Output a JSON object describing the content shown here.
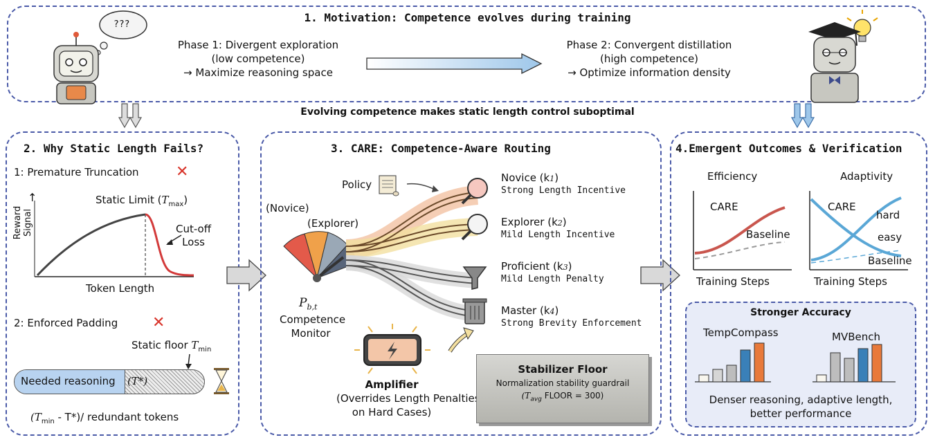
{
  "motivation": {
    "title": "1. Motivation: Competence evolves during training",
    "phase1": {
      "line1": "Phase 1: Divergent exploration",
      "line2": "(low competence)",
      "line3": "→ Maximize reasoning space"
    },
    "phase2": {
      "line1": "Phase 2: Convergent distillation",
      "line2": "(high competence)",
      "line3": "→ Optimize information density"
    },
    "bridge": "Evolving competence makes static length control suboptimal",
    "thought_glyph": "???"
  },
  "static": {
    "title": "2. Why Static Length Fails?",
    "case1": "1: Premature Truncation",
    "limit_label": "Static Limit (",
    "limit_symbol": "T",
    "limit_sub": "max",
    "limit_close": ")",
    "reward_label": "Reward",
    "signal_label": "Signal",
    "cutoff_line1": "Cut-off",
    "cutoff_line2": "Loss",
    "token_length": "Token Length",
    "case2": "2: Enforced Padding",
    "floor_label": "Static floor ",
    "floor_symbol": "T",
    "floor_sub": "min",
    "needed": "Needed reasoning",
    "tstar": "(T*)",
    "formula_a": "(T",
    "formula_sub": "min",
    "formula_b": " - T*)/ redundant tokens",
    "cross": "✕",
    "arrow_up": "↑"
  },
  "care": {
    "title": "3. CARE: Competence-Aware Routing",
    "policy": "Policy",
    "novice_tag": "(Novice)",
    "explorer_tag": "(Explorer)",
    "p_symbol": "P",
    "p_sub": "b,t",
    "monitor_line1": "Competence",
    "monitor_line2": "Monitor",
    "routes": [
      {
        "name": "Novice (k",
        "sub": "1",
        "desc": "Strong Length Incentive"
      },
      {
        "name": "Explorer (k",
        "sub": "2",
        "desc": "Mild Length Incentive"
      },
      {
        "name": "Proficient (k",
        "sub": "3",
        "desc": "Mild Length Penalty"
      },
      {
        "name": "Master (k",
        "sub": "4",
        "desc": "Strong Brevity Enforcement"
      }
    ],
    "amplifier": {
      "title": "Amplifier",
      "line1": "(Overrides Length Penalties",
      "line2": "on Hard Cases)"
    },
    "stabilizer": {
      "title": "Stabilizer Floor",
      "line1": "Normalization stability guardrail",
      "line2a": "(T",
      "line2sub": "avg",
      "line2b": " FLOOR = 300)"
    }
  },
  "outcomes": {
    "title": "4.Emergent Outcomes & Verification",
    "efficiency": {
      "title": "Efficiency",
      "care": "CARE",
      "baseline": "Baseline",
      "xlabel": "Training Steps"
    },
    "adaptivity": {
      "title": "Adaptivity",
      "care": "CARE",
      "hard": "hard",
      "easy": "easy",
      "baseline": "Baseline",
      "xlabel": "Training Steps"
    },
    "accuracy": {
      "title": "Stronger Accuracy",
      "bench1": "TempCompass",
      "bench2": "MVBench",
      "caption1": "Denser reasoning, adaptive length,",
      "caption2": "better performance"
    }
  },
  "colors": {
    "panel_border": "#4a5aa8",
    "care_red": "#c9564e",
    "care_blue": "#5aa7d6",
    "bar_blue": "#3a80b8",
    "bar_orange": "#e8793a",
    "bar_gray": "#bdbdbd"
  }
}
